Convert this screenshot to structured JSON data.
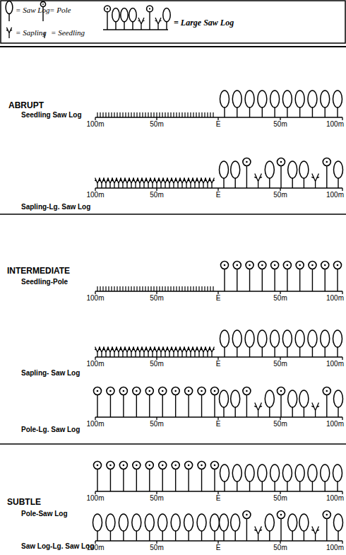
{
  "diagram": {
    "labels": [
      "ABRUPT",
      "Seedling Saw Log",
      "100m",
      "50m",
      "E",
      "50m",
      "100m",
      "Sapling-Lg. Saw Log",
      "100m",
      "50m",
      "E",
      "50m",
      "100m",
      "INTERMEDIATE",
      "Seedling-Pole",
      "100m",
      "50m",
      "E",
      "50m",
      "100m",
      "Sapling- Saw Log",
      "100m",
      "50m",
      "E",
      "50m",
      "100m",
      "Pole-Lg. Saw Log",
      "100m",
      "50m",
      "E",
      "50m",
      "100m",
      "SUBTLE",
      "Pole-Saw Log",
      "100m",
      "50m",
      "E",
      "50m",
      "100m",
      "Saw Log-Lg. Saw Log",
      "100m",
      "50m",
      "E",
      "50m",
      "100m"
    ],
    "legend": [
      {
        "text": "= Saw Log"
      },
      {
        "text": "= Pole"
      },
      {
        "text": "= Sapling"
      },
      {
        "text": "= Seedling"
      },
      {
        "text": "= Large Saw Log"
      }
    ]
  }
}
